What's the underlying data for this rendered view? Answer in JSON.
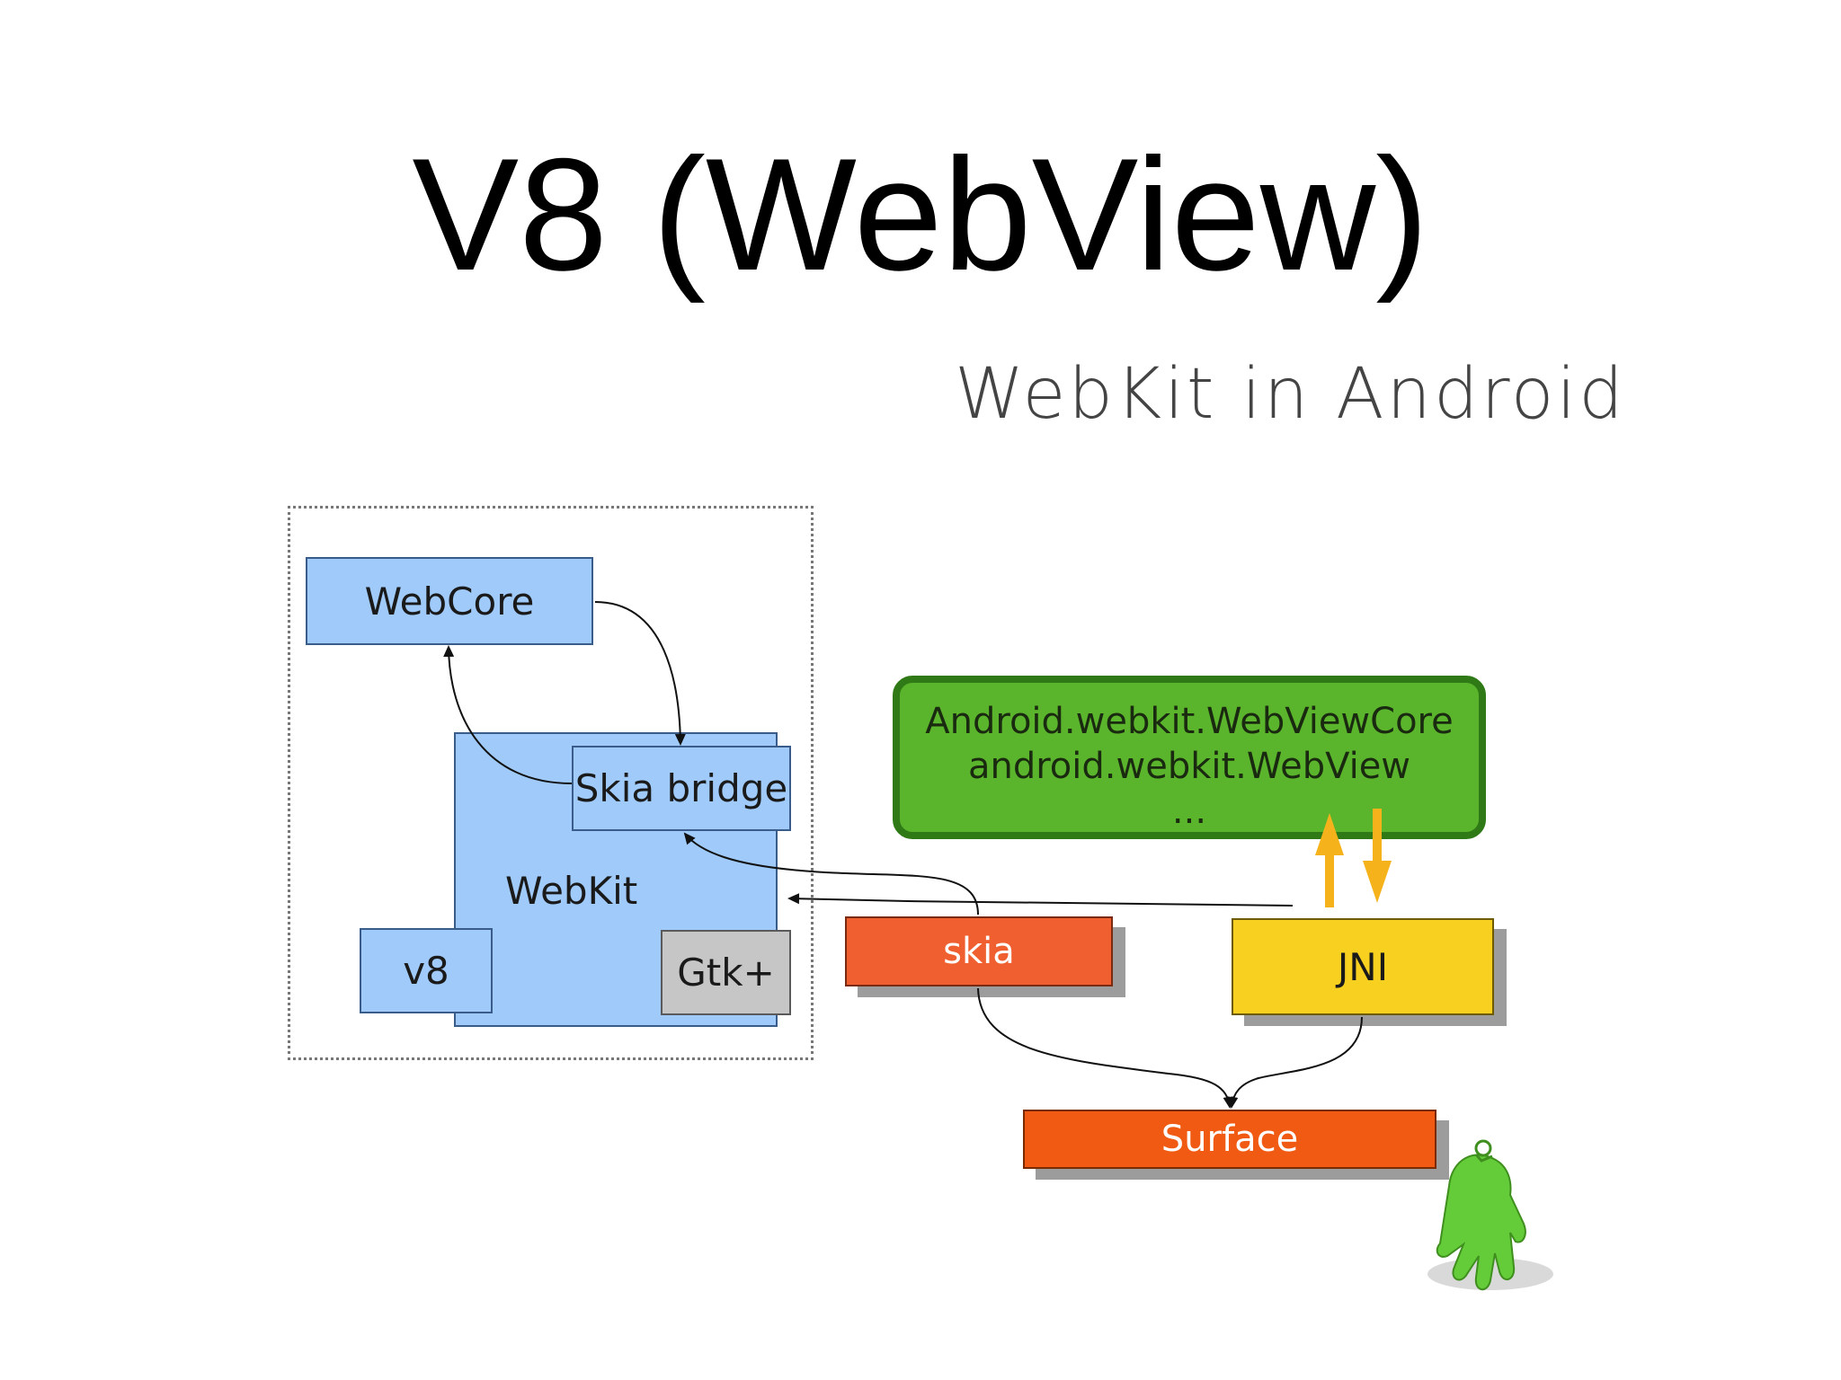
{
  "slide": {
    "title": "V8 (WebView)",
    "subtitle": "WebKit in Android"
  },
  "diagram": {
    "webcore": "WebCore",
    "webkit": "WebKit",
    "skia_bridge": "Skia bridge",
    "v8": "v8",
    "gtk": "Gtk+",
    "android_core_line1": "Android.webkit.WebViewCore",
    "android_core_line2": "android.webkit.WebView",
    "android_core_line3": "...",
    "skia": "skia",
    "jni": "JNI",
    "surface": "Surface"
  },
  "colors": {
    "blue_box": "#9fcaf9",
    "gray_box": "#c6c6c6",
    "green_box": "#5bb52c",
    "orange_box": "#ef5f2f",
    "surface_box": "#f05a12",
    "jni_box": "#f8d020",
    "arrow_yellow": "#f5b21b",
    "mascot_green": "#64cc38"
  },
  "icons": {
    "mascot": "android-mascot-icon"
  }
}
